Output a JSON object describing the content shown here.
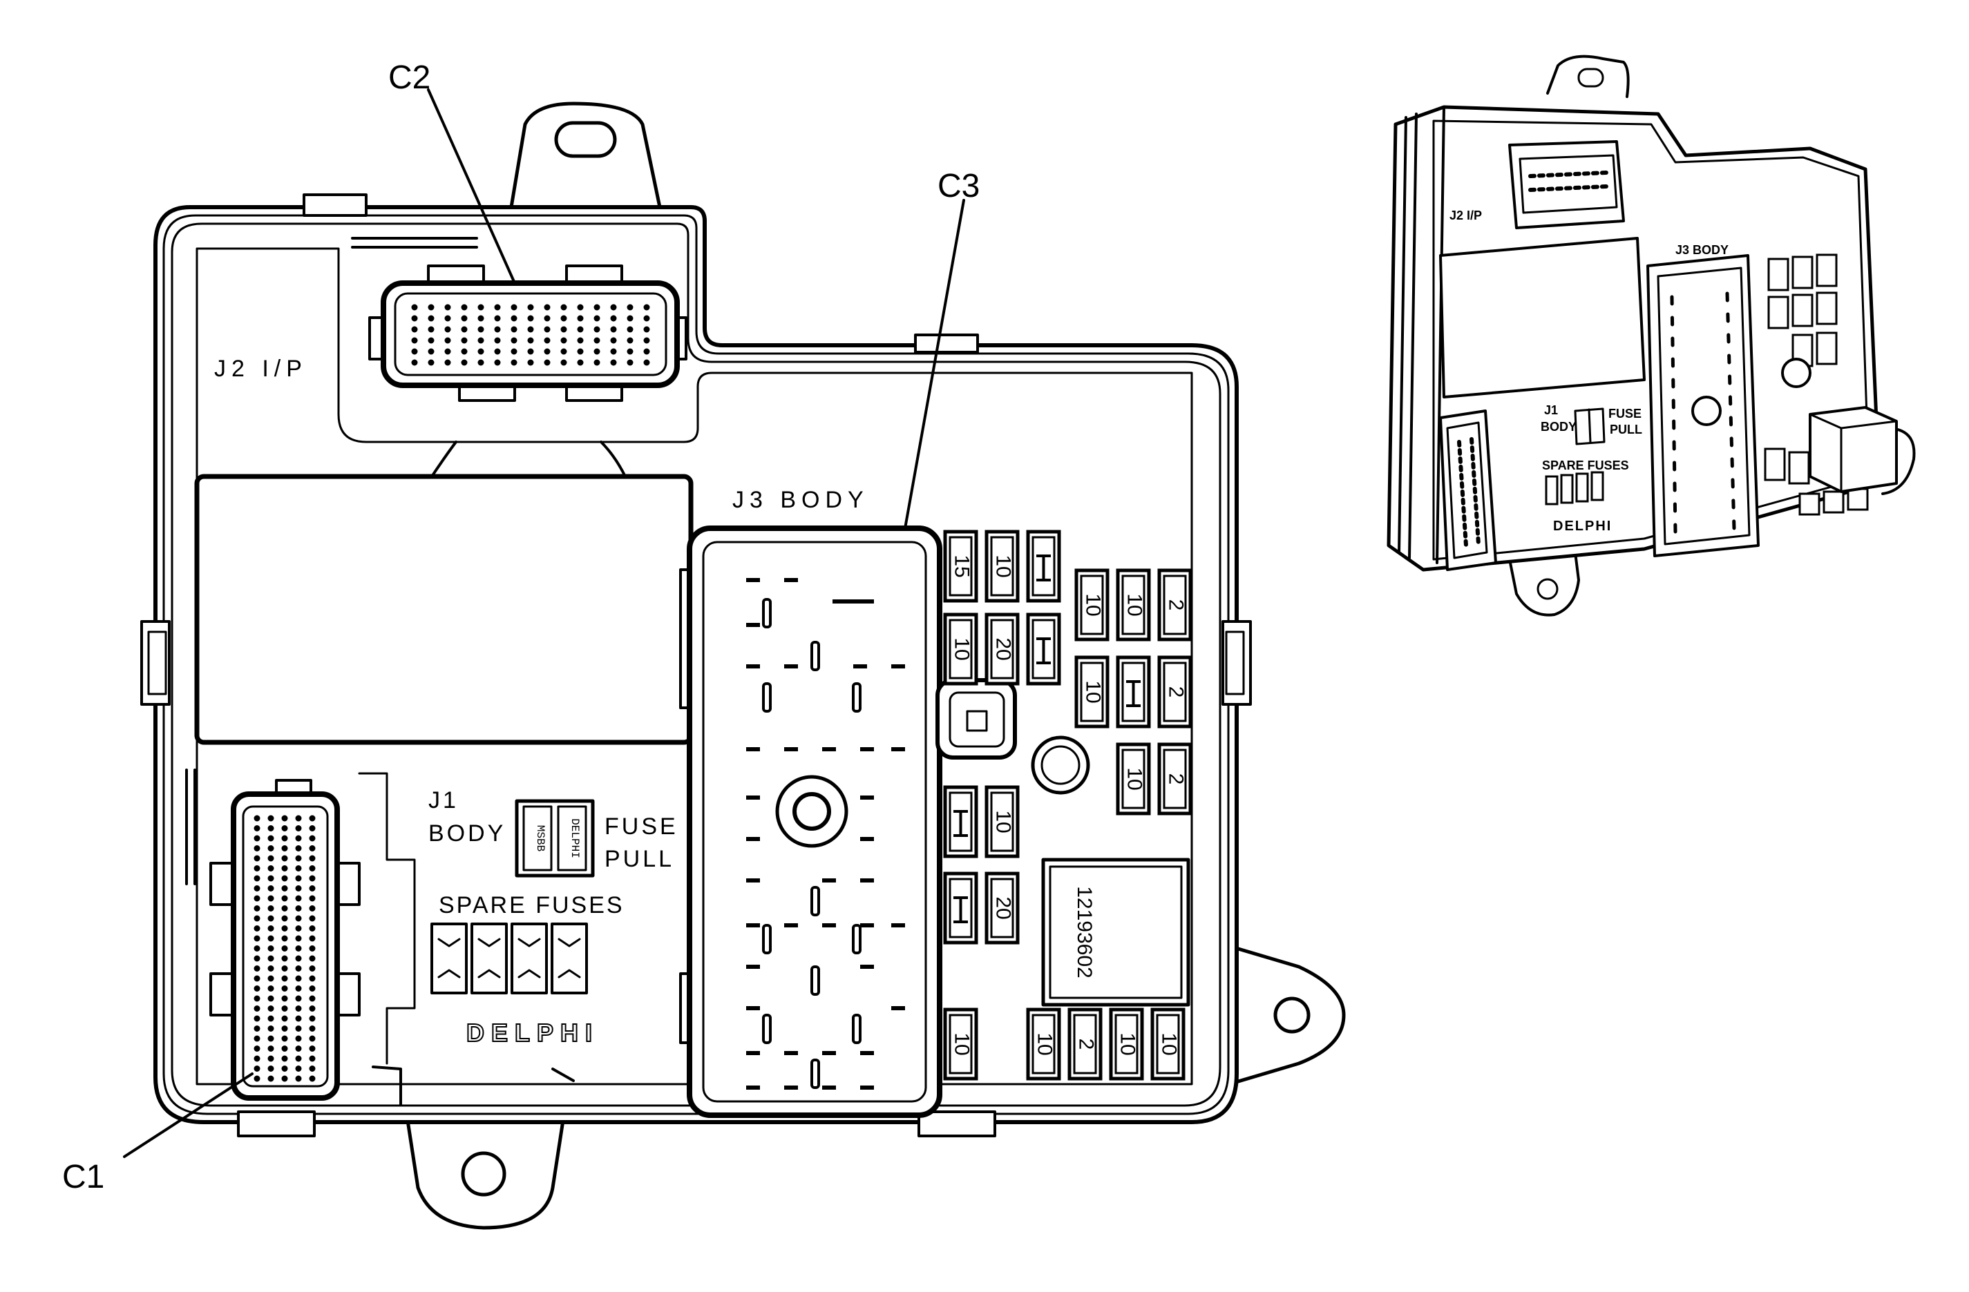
{
  "callouts": {
    "c1": "C1",
    "c2": "C2",
    "c3": "C3"
  },
  "labels": {
    "j2": "J2  I/P",
    "j3": "J3  BODY",
    "j1_line1": "J1",
    "j1_line2": "BODY",
    "fuse_pull_line1": "FUSE",
    "fuse_pull_line2": "PULL",
    "spare_fuses": "SPARE FUSES",
    "brand": "DELPHI",
    "part_number": "12193602"
  },
  "fuse_ratings": {
    "top_col1": "15",
    "top_col2": "10",
    "mid_col1": "10",
    "mid_col2": "20",
    "lower_a": "10",
    "lower_b": "20",
    "right_r1_a": "10",
    "right_r1_b": "10",
    "right_r1_c": "2",
    "right_r2_a": "10",
    "right_r2_c": "2",
    "right_r3_b": "10",
    "right_r3_c": "2",
    "bottom_a": "10",
    "bottom_b": "10",
    "bottom_c": "2",
    "bottom_d": "10",
    "bottom_e": "10"
  },
  "inset_labels": {
    "j2": "J2 I/P",
    "j3": "J3 BODY",
    "j1_line1": "J1",
    "j1_line2": "BODY",
    "fuse_line1": "FUSE",
    "fuse_line2": "PULL",
    "spare": "SPARE FUSES",
    "brand": "DELPHI"
  }
}
